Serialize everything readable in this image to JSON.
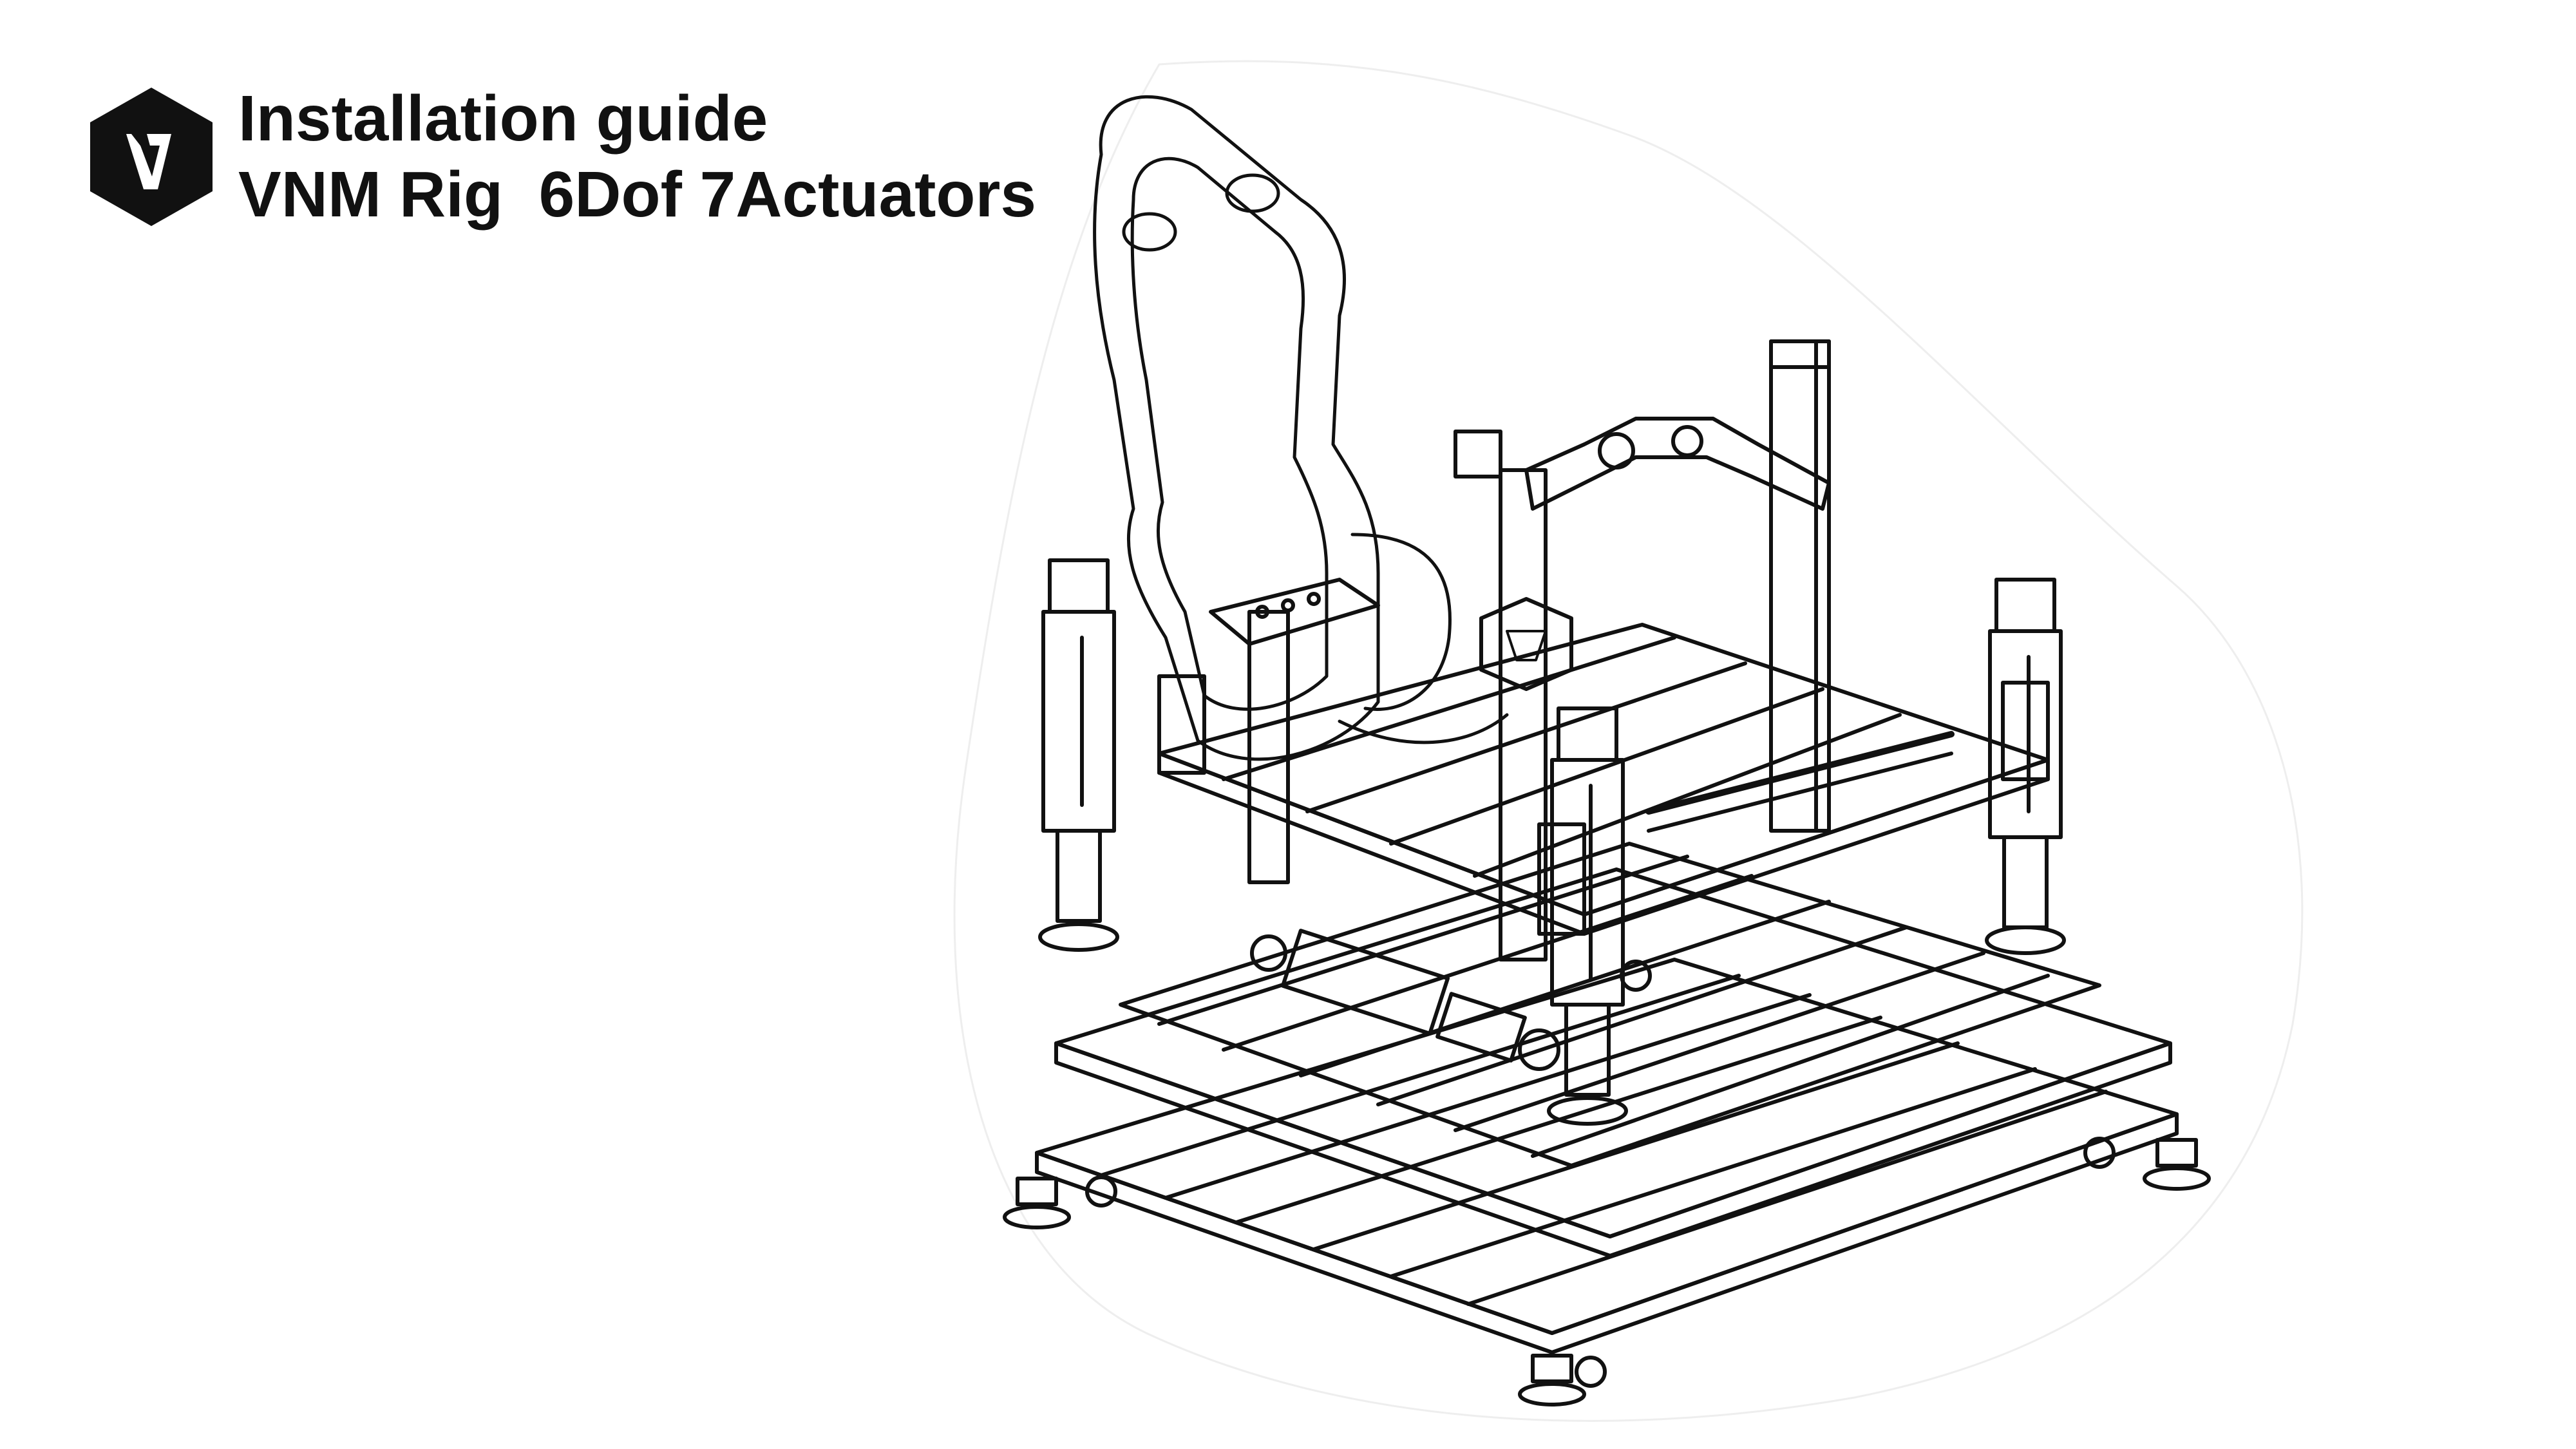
{
  "document": {
    "title_line_1": "Installation guide",
    "title_line_2": "VNM Rig  6Dof 7Actuators"
  },
  "logo": {
    "icon": "vnm-hexagon-logo",
    "letter": "V",
    "color": "#111111"
  },
  "illustration": {
    "icon": "motion-rig-line-drawing",
    "stroke_color": "#111111"
  }
}
